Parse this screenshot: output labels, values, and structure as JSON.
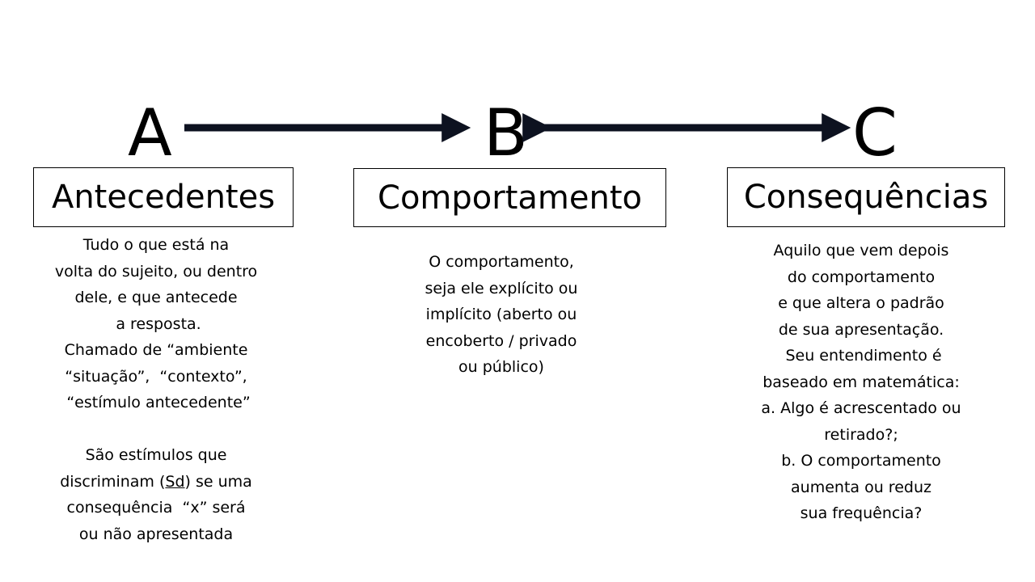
{
  "letters": {
    "a": "A",
    "b": "B",
    "c": "C"
  },
  "terms": {
    "a": "Antecedentes",
    "b": "Comportamento",
    "c": "Consequências"
  },
  "descriptions": {
    "a": {
      "lines_part1": [
        "Tudo o que está na",
        "volta do sujeito, ou dentro",
        "dele, e que antecede",
        " a resposta.",
        "Chamado de “ambiente",
        "“situação”,  “contexto”,",
        " “estímulo antecedente”"
      ],
      "sd_line_prefix": "discriminam (",
      "sd_abbrev": "Sd",
      "sd_line_suffix": ") se uma",
      "line_sao": "São estímulos que",
      "lines_part2": [
        "consequência  “x” será",
        "ou não apresentada"
      ]
    },
    "b": {
      "lines": [
        "O comportamento,",
        "seja ele explícito ou",
        "implícito (aberto ou",
        "encoberto / privado",
        "ou público)"
      ]
    },
    "c": {
      "lines": [
        "Aquilo que vem depois",
        "do comportamento",
        "e que altera o padrão",
        "de sua apresentação.",
        " Seu entendimento é",
        "baseado em matemática:",
        "a. Algo é acrescentado ou",
        "retirado?;",
        "b. O comportamento",
        "aumenta ou reduz",
        "sua frequência?"
      ]
    }
  },
  "colors": {
    "arrow": "#0d1220",
    "text": "#000000",
    "border": "#000000"
  }
}
